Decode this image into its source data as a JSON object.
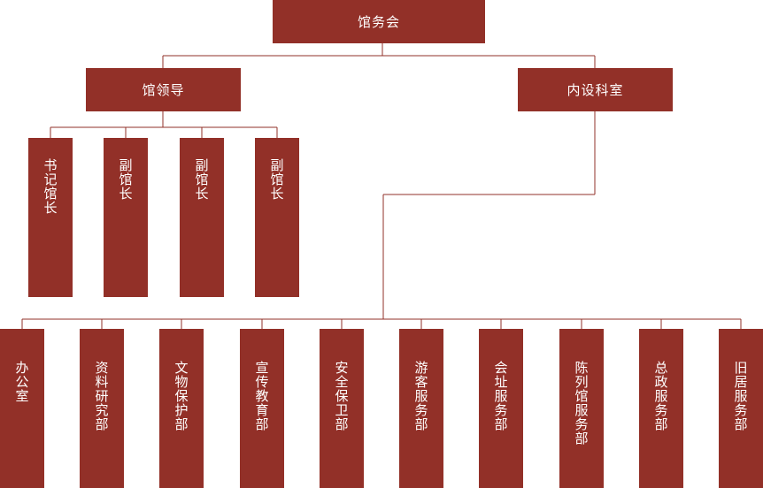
{
  "colors": {
    "box": "#923028",
    "line": "#923028",
    "text": "#ffffff"
  },
  "nodes": {
    "top": "馆务会",
    "leadership": "馆领导",
    "departments_office": "内设科室",
    "leaders": [
      "书记馆长",
      "副馆长",
      "副馆长",
      "副馆长"
    ],
    "departments": [
      "办公室",
      "资料研究部",
      "文物保护部",
      "宣传教育部",
      "安全保卫部",
      "游客服务部",
      "会址服务部",
      "陈列馆服务部",
      "总政服务部",
      "旧居服务部"
    ]
  }
}
